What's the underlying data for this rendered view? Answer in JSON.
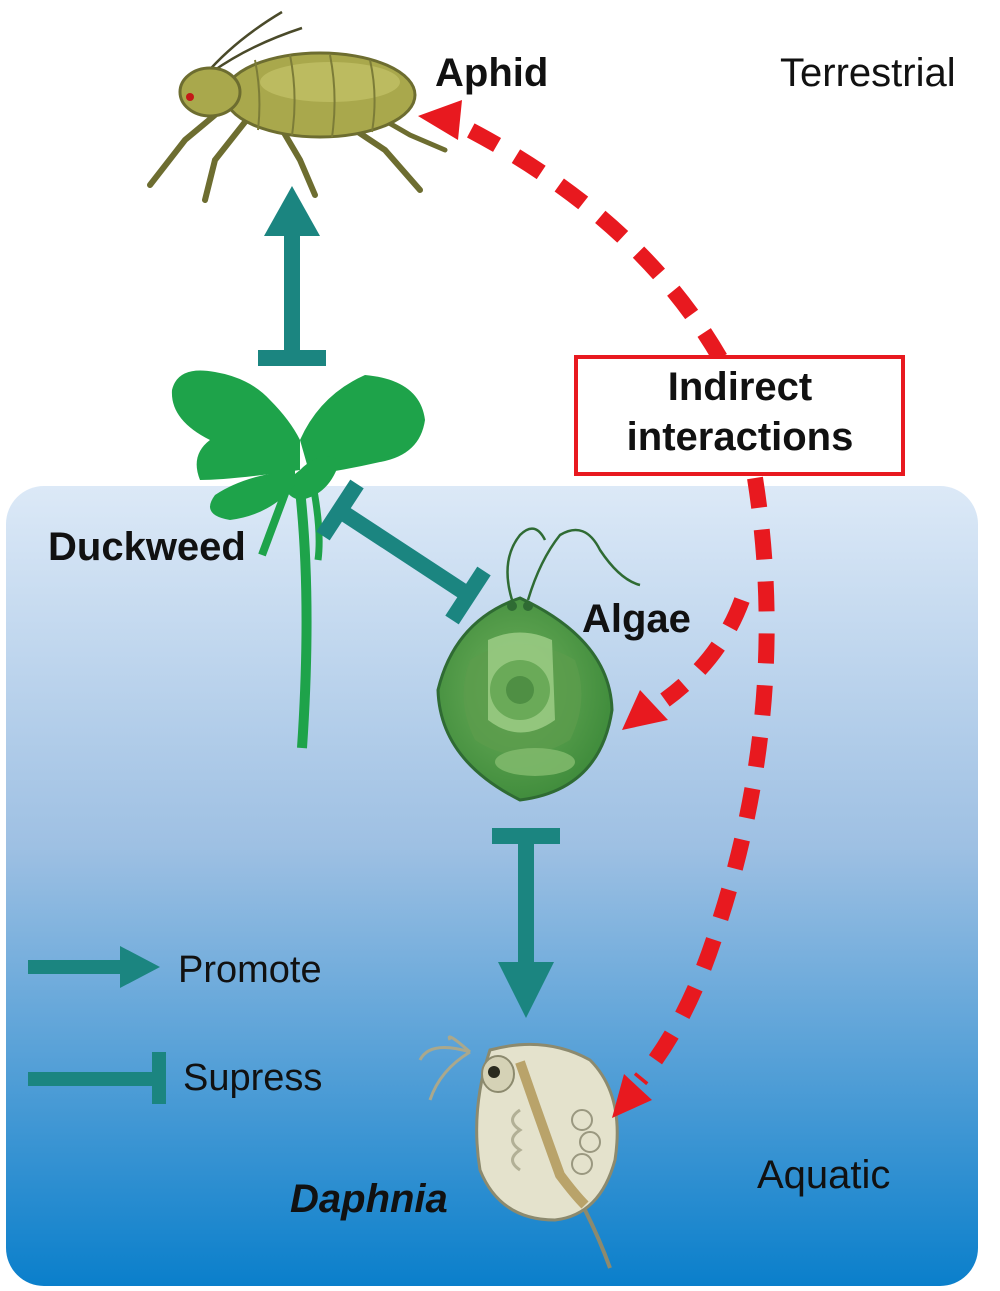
{
  "labels": {
    "aphid": "Aphid",
    "terrestrial": "Terrestrial",
    "duckweed": "Duckweed",
    "algae": "Algae",
    "daphnia": "Daphnia",
    "aquatic": "Aquatic",
    "indirect_line1": "Indirect",
    "indirect_line2": "interactions"
  },
  "legend": {
    "promote": "Promote",
    "suppress": "Supress"
  },
  "colors": {
    "promote_suppress": "#1b8580",
    "indirect": "#e8191f",
    "water_top": "#dbe9f6",
    "water_bottom": "#0a7cc8",
    "duckweed": "#1ea34a",
    "algae": "#6fae5a",
    "aphid": "#a8a84a",
    "daphnia": "#d9d7c0"
  },
  "icons": [
    "aphid-illustration",
    "duckweed-illustration",
    "algae-cell-illustration",
    "daphnia-illustration"
  ]
}
